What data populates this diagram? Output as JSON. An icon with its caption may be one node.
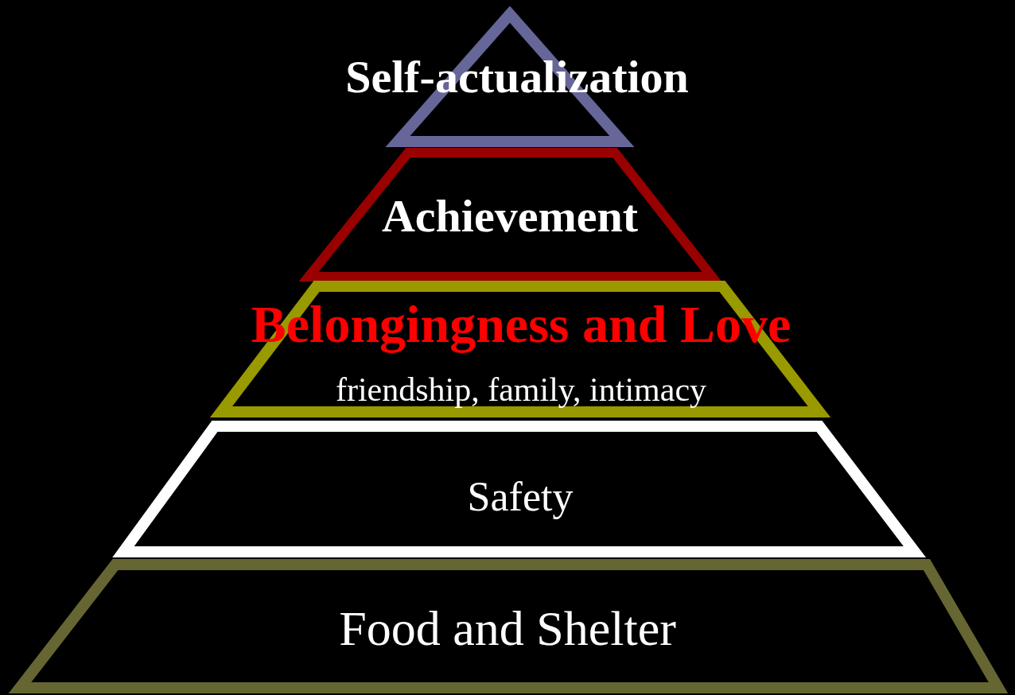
{
  "diagram": {
    "nodes": [
      {
        "text": [
          "Self-actualization"
        ]
      },
      {
        "text": [
          "Achievement"
        ]
      },
      {
        "text": [
          "Belongingness and Love",
          "friendship, family, intimacy"
        ]
      },
      {
        "text": [
          "Safety"
        ]
      },
      {
        "text": [
          "Food and Shelter"
        ]
      }
    ]
  }
}
